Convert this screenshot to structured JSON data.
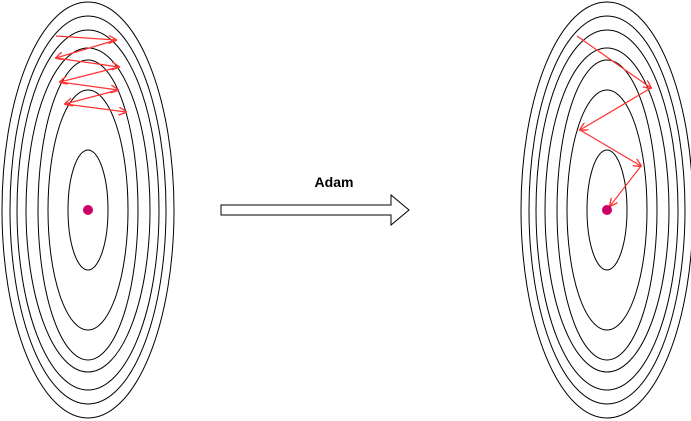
{
  "diagram": {
    "arrow_label": "Adam",
    "colors": {
      "contour": "#000000",
      "path": "#ff3333",
      "minimum": "#cc0066",
      "arrow_fill": "#ffffff",
      "arrow_stroke": "#000000"
    },
    "left_panel": {
      "contour_count": 7,
      "has_minimum_marker": true,
      "path_style": "zigzag"
    },
    "right_panel": {
      "contour_count": 7,
      "has_minimum_marker": true,
      "path_style": "converging"
    }
  }
}
